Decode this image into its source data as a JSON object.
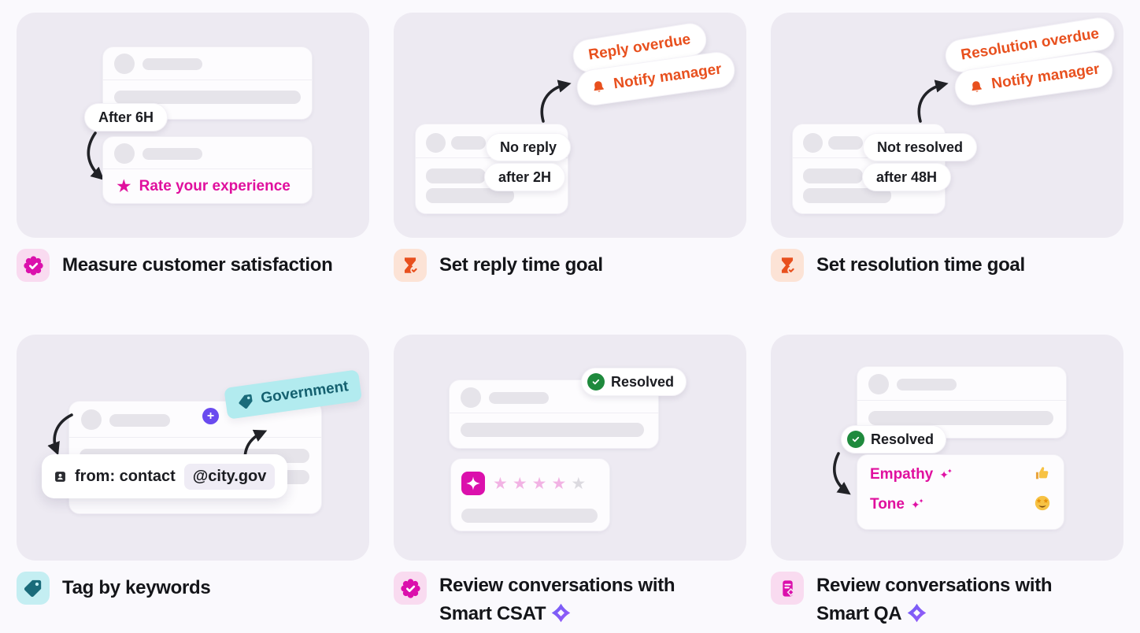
{
  "colors": {
    "page_bg": "#FAF9FD",
    "illustration_bg": "#EDEAF2",
    "magenta": "#E0109E",
    "magenta_icon": "#DB10AC",
    "magenta_icon_bg": "#F9DBF0",
    "orange": "#E8501E",
    "orange_icon_bg": "#FCE3D6",
    "teal": "#1A6B7A",
    "teal_icon_bg": "#C4EEF2",
    "tag_chip_bg": "#B2EBEF",
    "purple_plus": "#6A4BEF",
    "diamond_gradient": [
      "#6D5DF6",
      "#9B5CF8"
    ],
    "green_resolved": "#1F8A3D",
    "title_text": "#141519",
    "star_filled": "#F2B3E4",
    "star_empty": "#DCDAE0"
  },
  "icons": {
    "star": "★",
    "sparkle": "✦",
    "plus": "+"
  },
  "cards": [
    {
      "title": "Measure customer satisfaction",
      "icon": "badge-check",
      "delay_badge": "After 6H",
      "rate_label": "Rate your experience"
    },
    {
      "title": "Set reply time goal",
      "icon": "hourglass-check",
      "status_label": "No reply",
      "delay_label": "after 2H",
      "overdue_label": "Reply overdue",
      "notify_label": "Notify manager"
    },
    {
      "title": "Set resolution time goal",
      "icon": "hourglass-check",
      "status_label": "Not resolved",
      "delay_label": "after 48H",
      "overdue_label": "Resolution overdue",
      "notify_label": "Notify manager"
    },
    {
      "title": "Tag by keywords",
      "icon": "tag",
      "tag_label": "Government",
      "filter_prefix": "from: contact",
      "filter_value": "@city.gov"
    },
    {
      "title_line1": "Review conversations with",
      "title_line2": "Smart CSAT",
      "icon": "badge-check",
      "resolved_label": "Resolved",
      "stars_filled": 4,
      "stars_total": 5
    },
    {
      "title_line1": "Review conversations with",
      "title_line2": "Smart QA",
      "icon": "doc-sparkle",
      "resolved_label": "Resolved",
      "metrics": [
        {
          "label": "Empathy",
          "emoji": "thumbs-up"
        },
        {
          "label": "Tone",
          "emoji": "star-struck"
        }
      ]
    }
  ]
}
